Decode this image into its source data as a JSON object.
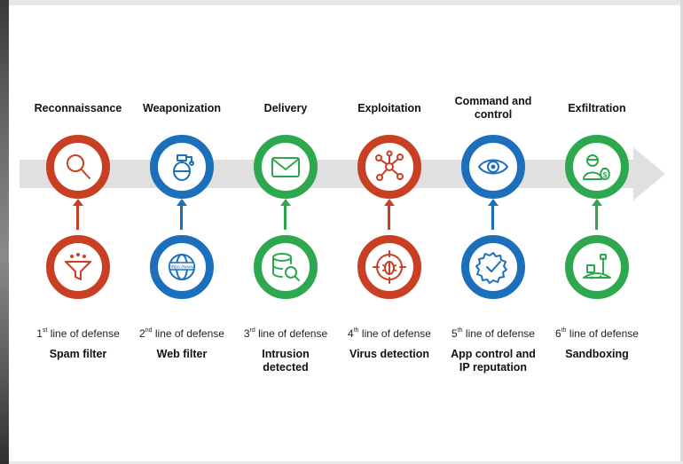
{
  "colors": {
    "red": "#c93f23",
    "blue": "#1c6fba",
    "green": "#2ea84f",
    "arrow": "#e0e0e0"
  },
  "stages": [
    {
      "title": "Reconnaissance",
      "color": "red",
      "top_icon": "magnifier-icon",
      "bottom_icon": "funnel-filter-icon",
      "bottom_color": "red",
      "num": "1",
      "suffix": "st",
      "defense_text": " line of defense",
      "tool": "Spam filter"
    },
    {
      "title": "Weaponization",
      "color": "blue",
      "top_icon": "grenade-icon",
      "bottom_icon": "web-globe-icon",
      "bottom_color": "blue",
      "num": "2",
      "suffix": "nd",
      "defense_text": " line of defense",
      "tool": "Web filter"
    },
    {
      "title": "Delivery",
      "color": "green",
      "top_icon": "envelope-icon",
      "bottom_icon": "database-search-icon",
      "bottom_color": "green",
      "num": "3",
      "suffix": "rd",
      "defense_text": " line of defense",
      "tool": "Intrusion detected"
    },
    {
      "title": "Exploitation",
      "color": "red",
      "top_icon": "network-nodes-icon",
      "bottom_icon": "bug-target-icon",
      "bottom_color": "red",
      "num": "4",
      "suffix": "th",
      "defense_text": " line of defense",
      "tool": "Virus detection"
    },
    {
      "title": "Command and control",
      "color": "blue",
      "top_icon": "eye-icon",
      "bottom_icon": "gear-check-icon",
      "bottom_color": "blue",
      "num": "5",
      "suffix": "th",
      "defense_text": " line of defense",
      "tool": "App control and IP reputation"
    },
    {
      "title": "Exfiltration",
      "color": "green",
      "top_icon": "thief-money-icon",
      "bottom_icon": "sandbox-icon",
      "bottom_color": "green",
      "num": "6",
      "suffix": "th",
      "defense_text": " line of defense",
      "tool": "Sandboxing"
    }
  ]
}
